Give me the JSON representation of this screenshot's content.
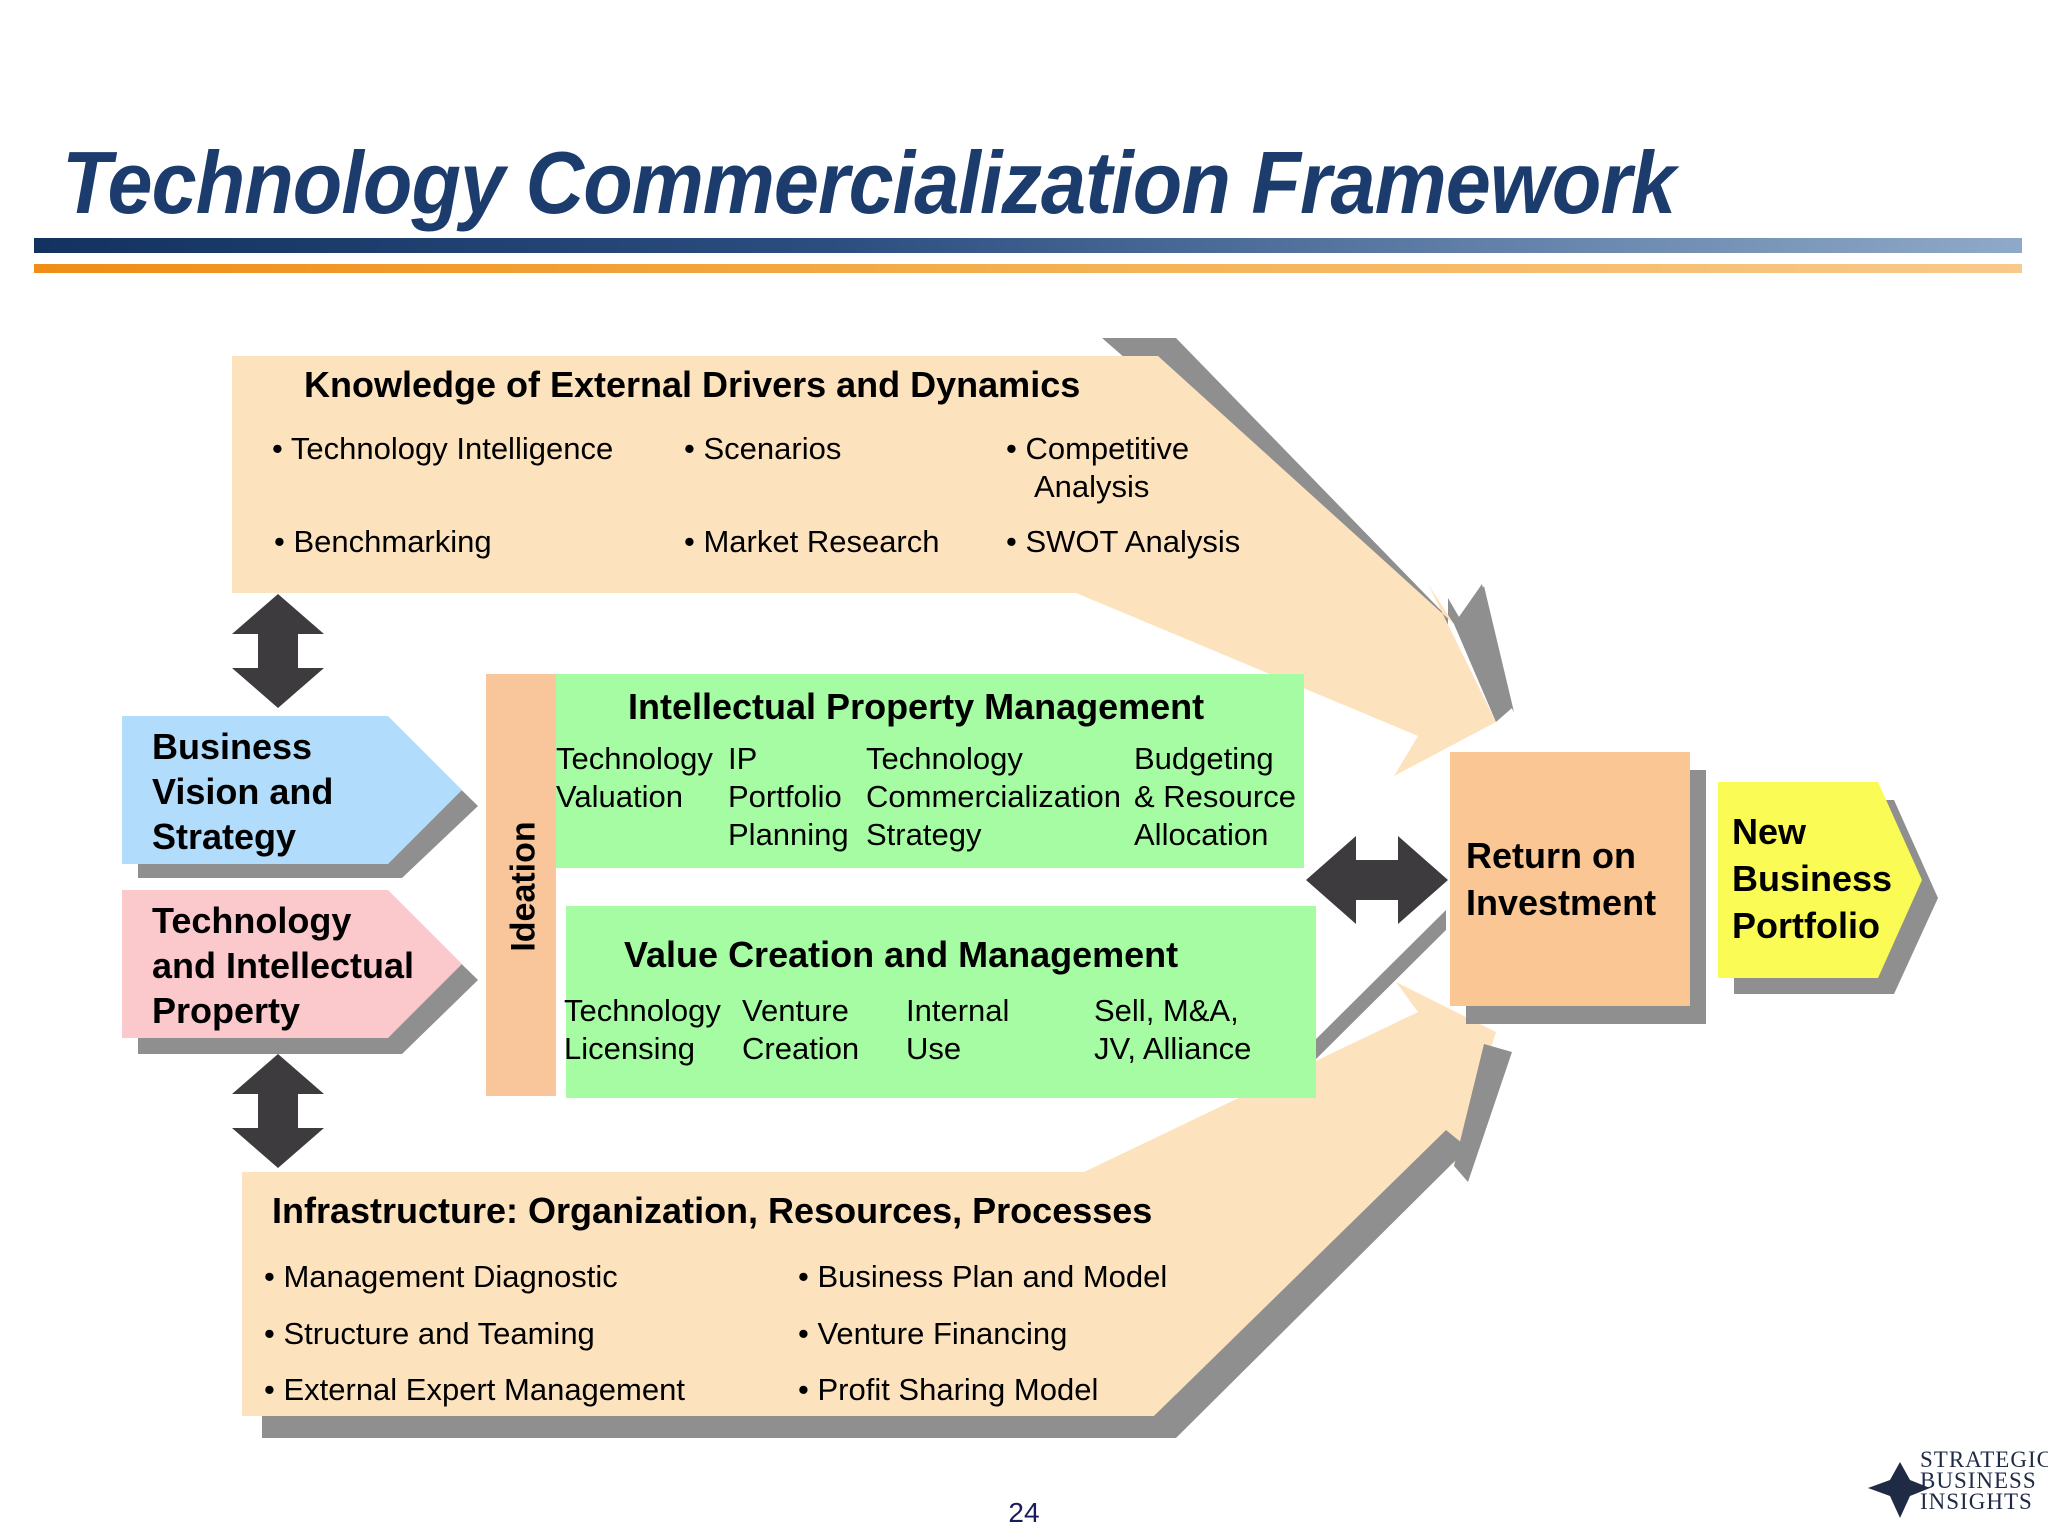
{
  "title": "Technology Commercialization Framework",
  "knowledge": {
    "heading": "Knowledge of External Drivers and Dynamics",
    "items": [
      "• Technology Intelligence",
      "• Scenarios",
      "• Competitive",
      "Analysis",
      "• Benchmarking",
      "• Market Research",
      "• SWOT Analysis"
    ]
  },
  "business_vision": [
    "Business",
    "Vision and",
    "Strategy"
  ],
  "technology_ip": [
    "Technology",
    "and Intellectual",
    "Property"
  ],
  "ideation": "Ideation",
  "ip_management": {
    "heading": "Intellectual Property Management",
    "columns": [
      [
        "Technology",
        "Valuation"
      ],
      [
        "IP",
        "Portfolio",
        "Planning"
      ],
      [
        "Technology",
        "Commercialization",
        "Strategy"
      ],
      [
        "Budgeting",
        "& Resource",
        "Allocation"
      ]
    ]
  },
  "value_creation": {
    "heading": "Value Creation and Management",
    "columns": [
      [
        "Technology",
        "Licensing"
      ],
      [
        "Venture",
        "Creation"
      ],
      [
        "Internal",
        "Use"
      ],
      [
        "Sell, M&A,",
        "JV, Alliance"
      ]
    ]
  },
  "infrastructure": {
    "heading": "Infrastructure: Organization, Resources, Processes",
    "items": [
      "• Management Diagnostic",
      "• Structure and Teaming",
      "• External Expert Management",
      "• Business Plan and Model",
      "• Venture Financing",
      "• Profit Sharing Model"
    ]
  },
  "roi": [
    "Return on",
    "Investment"
  ],
  "new_portfolio": [
    "New",
    "Business",
    "Portfolio"
  ],
  "page_number": "24",
  "logo": [
    "STRATEGIC",
    "BUSINESS",
    "INSIGHTS"
  ],
  "colors": {
    "title": "#1b3c6d",
    "peach": "#fde3bd",
    "blue_box": "#b1dcfb",
    "pink_box": "#fbc8cb",
    "green_box": "#a5fca2",
    "ideation_bar": "#f8c69a",
    "roi_box": "#fac693",
    "yellow_box": "#fafb55",
    "shadow": "#8f8f8f",
    "arrow": "#3d3b3e"
  }
}
